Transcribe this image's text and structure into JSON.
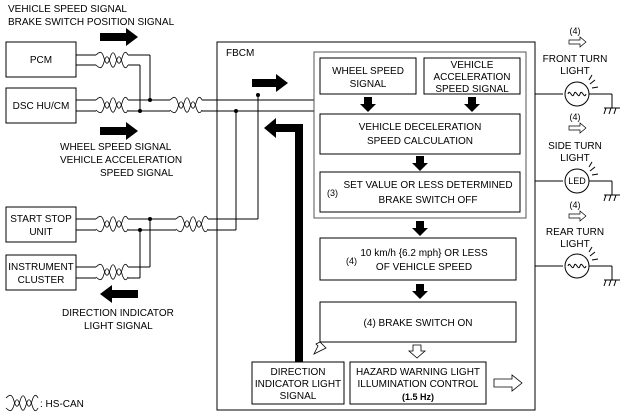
{
  "signals": {
    "top_line1": "VEHICLE SPEED SIGNAL",
    "top_line2": "BRAKE SWITCH POSITION SIGNAL",
    "mid_line1": "WHEEL SPEED SIGNAL",
    "mid_line2": "VEHICLE ACCELERATION",
    "mid_line3": "SPEED SIGNAL",
    "bottom_line1": "DIRECTION INDICATOR",
    "bottom_line2": "LIGHT SIGNAL"
  },
  "modules": {
    "pcm": "PCM",
    "dsc": "DSC HU/CM",
    "start_stop_line1": "START STOP",
    "start_stop_line2": "UNIT",
    "cluster_line1": "INSTRUMENT",
    "cluster_line2": "CLUSTER",
    "fbcm": "FBCM"
  },
  "logic": {
    "wheel_speed_line1": "WHEEL SPEED",
    "wheel_speed_line2": "SIGNAL",
    "veh_accel_line1": "VEHICLE",
    "veh_accel_line2": "ACCELERATION",
    "veh_accel_line3": "SPEED SIGNAL",
    "decel_line1": "VEHICLE DECELERATION",
    "decel_line2": "SPEED CALCULATION",
    "set_value_num": "(3)",
    "set_value_line1": "SET VALUE OR LESS DETERMINED",
    "set_value_line2": "BRAKE SWITCH OFF",
    "speed_num": "(4)",
    "speed_line1": "10 km/h {6.2 mph} OR LESS",
    "speed_line2": "OF VEHICLE SPEED",
    "brake_on": "(4)  BRAKE SWITCH ON",
    "dir_line1": "DIRECTION",
    "dir_line2": "INDICATOR LIGHT",
    "dir_line3": "SIGNAL",
    "hazard_line1": "HAZARD WARNING LIGHT",
    "hazard_line2": "ILLUMINATION CONTROL",
    "hazard_line3": "(1.5 Hz)"
  },
  "lights": {
    "front_num": "(4)",
    "front_line1": "FRONT TURN",
    "front_line2": "LIGHT",
    "side_num": "(4)",
    "side_line1": "SIDE TURN",
    "side_line2": "LIGHT",
    "side_led": "LED",
    "rear_num": "(4)",
    "rear_line1": "REAR TURN",
    "rear_line2": "LIGHT"
  },
  "legend": {
    "hs_can": ": HS-CAN"
  }
}
